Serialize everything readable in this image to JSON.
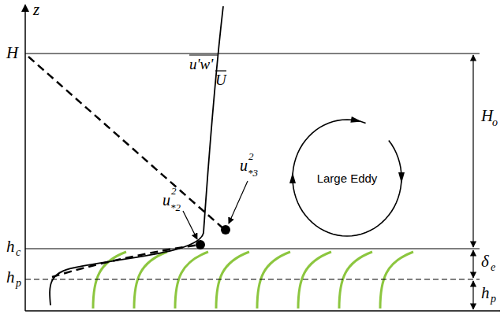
{
  "diagram": {
    "nodes": [
      {
        "text": [
          "Large Eddy"
        ]
      }
    ],
    "labels": [
      "z",
      "H",
      "h",
      "c",
      "h",
      "p",
      "H",
      "o",
      "δ",
      "e",
      "h",
      "p",
      "u'w'",
      "U",
      "u",
      "2",
      "*2",
      "u",
      "2",
      "*3"
    ]
  }
}
